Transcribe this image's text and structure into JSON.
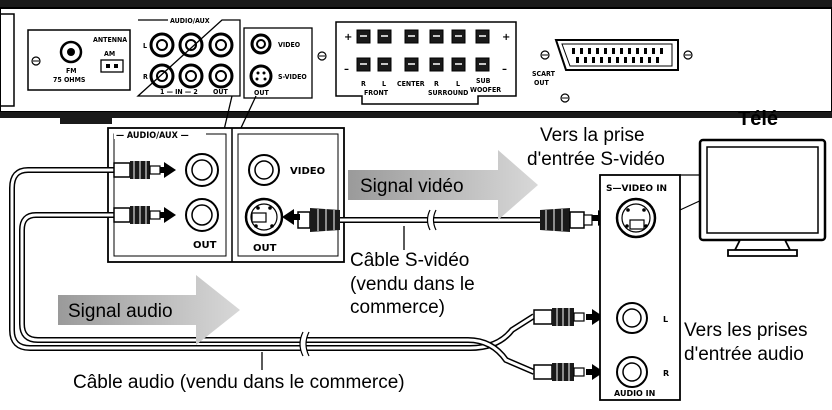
{
  "panel": {
    "audio_aux": "AUDIO/AUX",
    "antenna": "ANTENNA",
    "fm": "FM",
    "ohms": "75 OHMS",
    "am": "AM",
    "jack_l": "L",
    "jack_r": "R",
    "in_label": "1 — IN — 2",
    "out": "OUT",
    "video": "VIDEO",
    "s_video": "S-VIDEO",
    "out2": "OUT",
    "spk_r1": "R",
    "spk_l1": "L",
    "front": "FRONT",
    "center": "CENTER",
    "spk_r2": "R",
    "spk_l2": "L",
    "surround": "SURROUND",
    "sub": "SUB",
    "woofer": "WOOFER",
    "scart": "SCART",
    "scart_out": "OUT"
  },
  "zoom": {
    "audio_aux": "— AUDIO/AUX —",
    "video": "VIDEO",
    "out_audio": "OUT",
    "out_svideo": "OUT"
  },
  "tv": {
    "title": "Télé",
    "svideo_in": "S—VIDEO IN",
    "jack_l": "L",
    "jack_r": "R",
    "audio_in": "AUDIO IN"
  },
  "labels": {
    "vers_prise_1": "Vers la prise",
    "vers_prise_2": "d'entrée S-vidéo",
    "signal_video_1": "Signal",
    "signal_video_2": "vidéo",
    "cable_svideo_1": "Câble S-vidéo",
    "cable_svideo_2": "(vendu dans le",
    "cable_svideo_3": "commerce)",
    "signal_audio": "Signal audio",
    "vers_prises_1": "Vers les prises",
    "vers_prises_2": "d'entrée audio",
    "cable_audio": "Câble audio (vendu dans le commerce)"
  }
}
